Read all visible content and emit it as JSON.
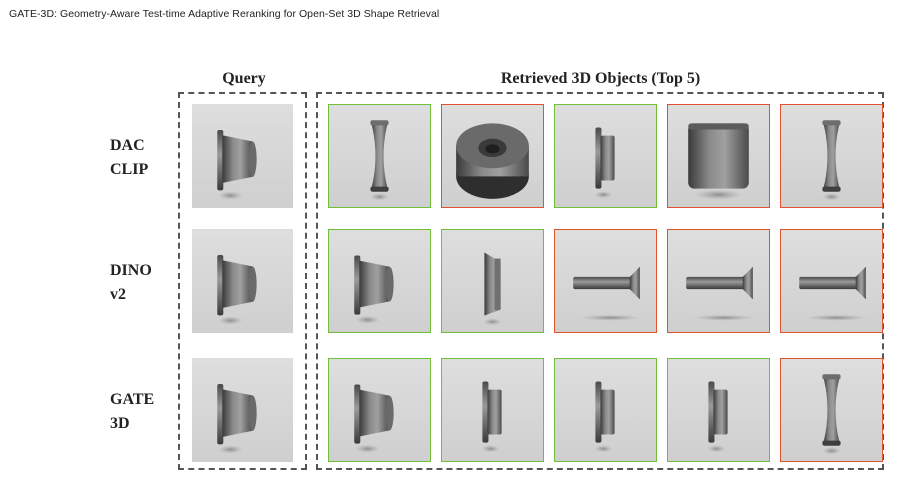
{
  "running_head": "GATE-3D: Geometry-Aware Test-time Adaptive Reranking for Open-Set 3D Shape Retrieval",
  "headers": {
    "query": "Query",
    "retrieved": "Retrieved 3D Objects (Top 5)"
  },
  "rows": [
    {
      "label_line1": "DAC",
      "label_line2": "CLIP",
      "results": [
        {
          "shape": "pulley",
          "correct": true
        },
        {
          "shape": "cylinder-top",
          "correct": false
        },
        {
          "shape": "flange-side",
          "correct": true
        },
        {
          "shape": "drum",
          "correct": false
        },
        {
          "shape": "pulley",
          "correct": false
        }
      ]
    },
    {
      "label_line1": "DINO",
      "label_line2": "v2",
      "results": [
        {
          "shape": "query-cup",
          "correct": true
        },
        {
          "shape": "flange-thin",
          "correct": true
        },
        {
          "shape": "pin",
          "correct": false
        },
        {
          "shape": "pin",
          "correct": false
        },
        {
          "shape": "pin",
          "correct": false
        }
      ]
    },
    {
      "label_line1": "GATE",
      "label_line2": "3D",
      "results": [
        {
          "shape": "query-cup",
          "correct": true
        },
        {
          "shape": "flange-side",
          "correct": true
        },
        {
          "shape": "flange-side",
          "correct": true
        },
        {
          "shape": "flange-side",
          "correct": true
        },
        {
          "shape": "pulley",
          "correct": false
        }
      ]
    }
  ],
  "colors": {
    "correct": "#6fbf3a",
    "wrong": "#e0532f",
    "dash": "#555555"
  }
}
